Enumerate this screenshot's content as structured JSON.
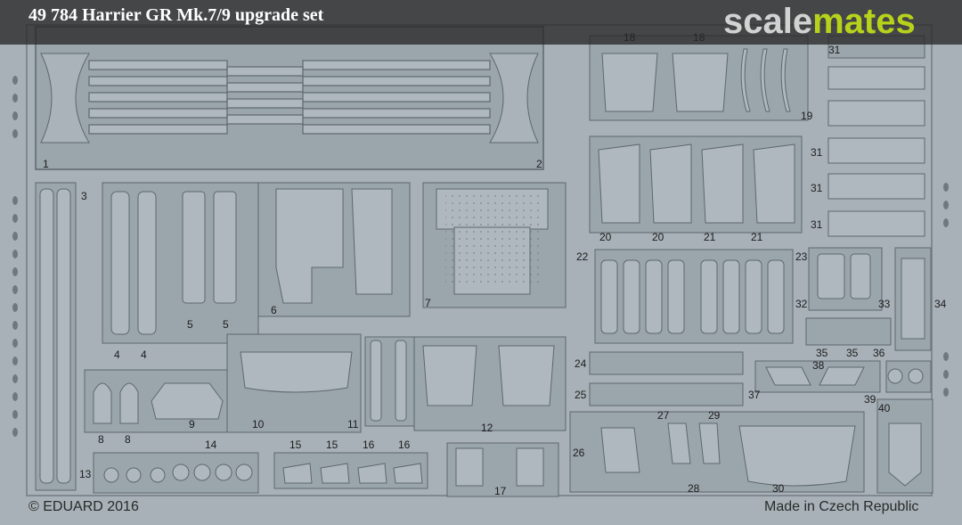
{
  "header": {
    "set_title": "49 784  Harrier GR Mk.7/9 upgrade set",
    "brand_part1": "scale",
    "brand_part2": "mates"
  },
  "footer": {
    "copyright": "© EDUARD 2016",
    "made_in": "Made in Czech Republic"
  },
  "part_numbers": [
    "1",
    "2",
    "3",
    "4",
    "4",
    "5",
    "5",
    "6",
    "7",
    "8",
    "8",
    "9",
    "10",
    "11",
    "12",
    "13",
    "14",
    "15",
    "15",
    "16",
    "16",
    "17",
    "18",
    "18",
    "19",
    "20",
    "20",
    "21",
    "21",
    "22",
    "23",
    "24",
    "25",
    "26",
    "27",
    "28",
    "29",
    "30",
    "31",
    "31",
    "31",
    "31",
    "32",
    "33",
    "34",
    "35",
    "35",
    "36",
    "37",
    "38",
    "39",
    "40"
  ],
  "colors": {
    "background": "#a7b1b7",
    "fret_metal": "#9aa4ab",
    "part_outline": "#5d676e",
    "header_overlay": "#2a2a2a",
    "brand_green": "#b8d21b"
  }
}
